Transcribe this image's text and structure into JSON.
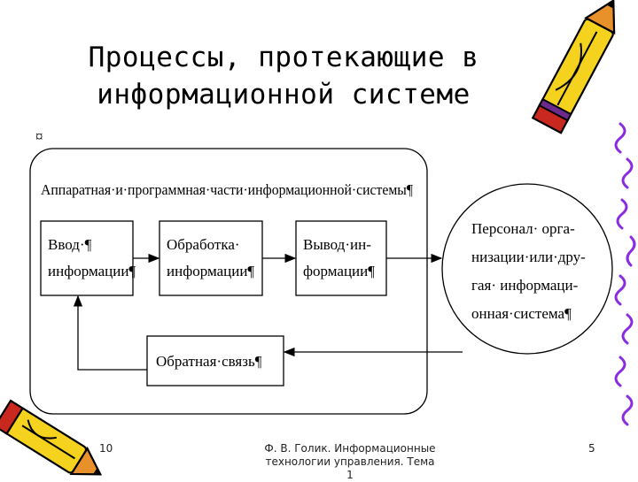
{
  "slide": {
    "title_line1": "Процессы, протекающие в",
    "title_line2": "информационной системе"
  },
  "diagram": {
    "mark_top": "¤",
    "outer_label": "Аппаратная·и·программная·части·информационной·системы¶",
    "input_l1": "Ввод·¶",
    "input_l2": "информации¶",
    "process_l1": "Обработка·",
    "process_l2": "информации¶",
    "output_l1": "Вывод·ин-",
    "output_l2": "формации¶",
    "feedback": "Обратная·связь¶",
    "personnel_l1": "Персонал·  орга-",
    "personnel_l2": "низации·или·дру-",
    "personnel_l3": "гая·  информаци-",
    "personnel_l4": "онная·система¶"
  },
  "footer": {
    "page_left": "10",
    "caption_l1": "Ф. В. Голик. Информационные",
    "caption_l2": "технологии управления. Тема",
    "caption_l3": "1",
    "page_right": "5"
  },
  "colors": {
    "pencil_yellow": "#F5D21E",
    "pencil_orange": "#E8902A",
    "pencil_red": "#C8281E",
    "pencil_purple": "#6B2A8C",
    "curl_purple": "#8A2BE2"
  }
}
